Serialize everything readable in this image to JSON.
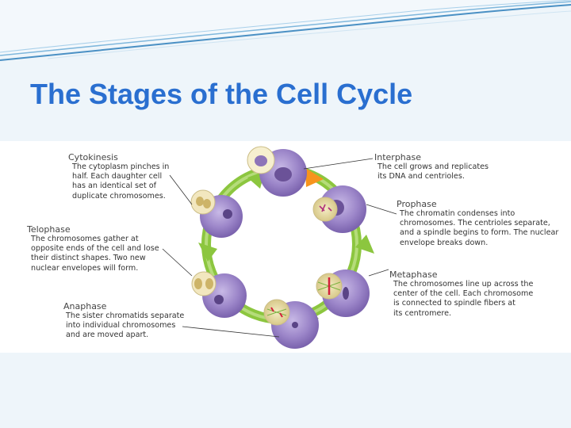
{
  "slide": {
    "title": "The Stages of the Cell Cycle"
  },
  "colors": {
    "title": "#2a6fd0",
    "banner_wave": "#4a90c4",
    "cycle_arrow": "#8cc63f",
    "interphase_arrow": "#f7941d",
    "cell_fill": "#8f7bbf",
    "background": "#eef5fa"
  },
  "diagram": {
    "phases": [
      {
        "name": "Interphase",
        "lines": [
          "The cell grows and replicates",
          "its DNA and centrioles."
        ]
      },
      {
        "name": "Prophase",
        "lines": [
          "The chromatin condenses into",
          "chromosomes. The centrioles separate,",
          "and a spindle begins to form. The nuclear",
          "envelope breaks down."
        ]
      },
      {
        "name": "Metaphase",
        "lines": [
          "The chromosomes line up across the",
          "center of the cell. Each chromosome",
          "is connected to spindle fibers at",
          "its centromere."
        ]
      },
      {
        "name": "Anaphase",
        "lines": [
          "The sister chromatids separate",
          "into individual chromosomes",
          "and are moved apart."
        ]
      },
      {
        "name": "Telophase",
        "lines": [
          "The chromosomes gather at",
          "opposite ends of the cell and lose",
          "their distinct shapes. Two new",
          "nuclear envelopes will form."
        ]
      },
      {
        "name": "Cytokinesis",
        "lines": [
          "The cytoplasm pinches in",
          "half. Each daughter cell",
          "has an identical set of",
          "duplicate chromosomes."
        ]
      }
    ]
  }
}
